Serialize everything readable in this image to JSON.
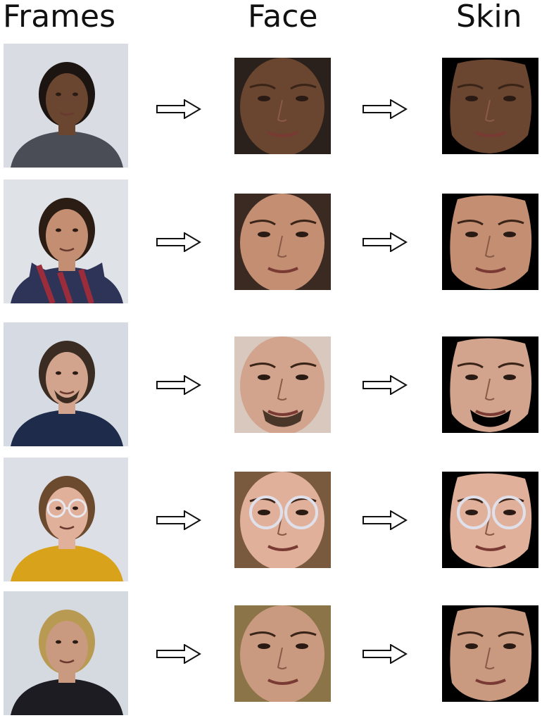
{
  "columns": {
    "frames": "Frames",
    "face": "Face",
    "skin": "Skin"
  },
  "rows": [
    {
      "bg": "#d9dde3",
      "skin": "#6a4530",
      "hair": "#1b1410",
      "shirt": "#4a4d55",
      "accent": "#2a2a2e",
      "accessory": "none",
      "face_bg": "#2a211c",
      "skin_mask": "#6a4530"
    },
    {
      "bg": "#dfe2e7",
      "skin": "#c48e72",
      "hair": "#2b1c14",
      "shirt": "#2e3358",
      "accent": "#9b2c3b",
      "accessory": "scarf",
      "face_bg": "#3a2a22",
      "skin_mask": "#c48e72"
    },
    {
      "bg": "#d6dbe3",
      "skin": "#d2a48e",
      "hair": "#3a2c22",
      "shirt": "#1e2b4a",
      "accent": "#1e2b4a",
      "accessory": "beard",
      "face_bg": "#d8c8bd",
      "skin_mask": "#d2a48e"
    },
    {
      "bg": "#dcdfe6",
      "skin": "#e0b09a",
      "hair": "#6b4a2e",
      "shirt": "#d8a21a",
      "accent": "#c08c10",
      "accessory": "glasses",
      "face_bg": "#7a5a3e",
      "skin_mask": "#e0b09a"
    },
    {
      "bg": "#d5d9e0",
      "skin": "#c99a7f",
      "hair": "#b89a52",
      "shirt": "#1c1c22",
      "accent": "#1c1c22",
      "accessory": "none",
      "face_bg": "#8a7448",
      "skin_mask": "#c99a7f"
    }
  ]
}
